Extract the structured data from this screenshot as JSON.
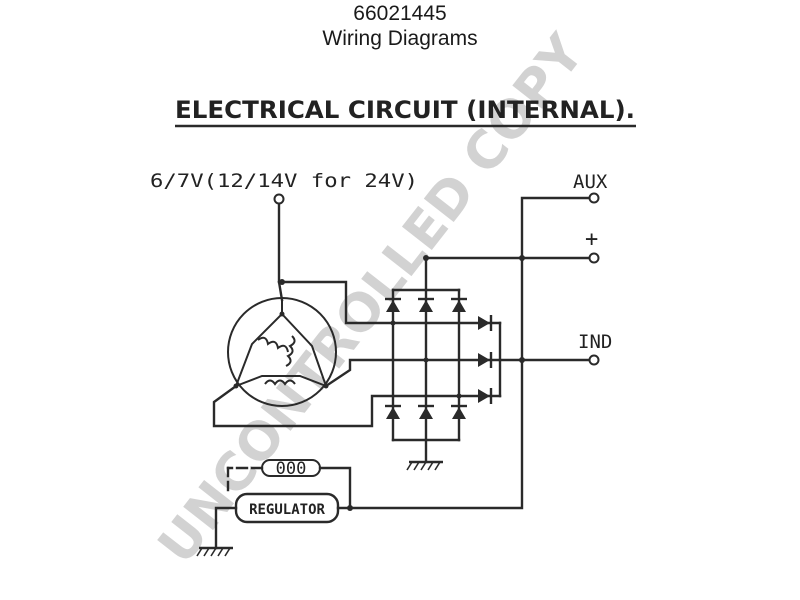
{
  "header": {
    "part_number": "66021445",
    "subtitle": "Wiring Diagrams"
  },
  "diagram": {
    "title": "ELECTRICAL CIRCUIT (INTERNAL).",
    "supply_label": "6/7V(12/14V for 24V)",
    "aux_label": "AUX",
    "plus_label": "+",
    "ind_label": "IND",
    "coil_label": "000",
    "regulator_label": "REGULATOR"
  },
  "watermark": {
    "text": "UNCONTROLLED COPY",
    "color": "#d2d2d2"
  }
}
